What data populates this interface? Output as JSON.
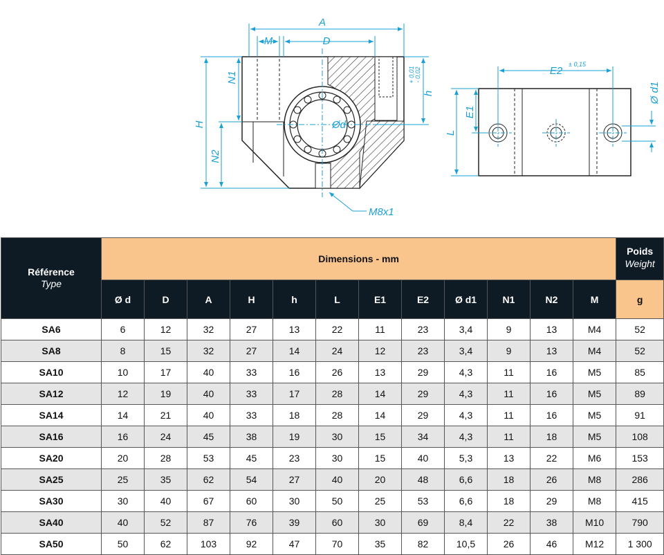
{
  "drawing": {
    "labels": {
      "A": "A",
      "D": "D",
      "M": "M",
      "N1": "N1",
      "N2": "N2",
      "H": "H",
      "h": "h",
      "tol_plus": "+ 0,01",
      "tol_minus": "- 0,02",
      "od": "Ød",
      "m8": "M8x1",
      "E2": "E2",
      "E2_tol": "± 0,15",
      "E1": "E1",
      "L": "L",
      "d1": "Ø d1"
    }
  },
  "table": {
    "reference_label": "Référence",
    "reference_sub": "Type",
    "dimensions_label": "Dimensions - mm",
    "weight_label": "Poids",
    "weight_sub": "Weight",
    "weight_unit": "g",
    "columns": [
      "Ø d",
      "D",
      "A",
      "H",
      "h",
      "L",
      "E1",
      "E2",
      "Ø d1",
      "N1",
      "N2",
      "M"
    ],
    "rows": [
      [
        "SA6",
        "6",
        "12",
        "32",
        "27",
        "13",
        "22",
        "11",
        "23",
        "3,4",
        "9",
        "13",
        "M4",
        "52"
      ],
      [
        "SA8",
        "8",
        "15",
        "32",
        "27",
        "14",
        "24",
        "12",
        "23",
        "3,4",
        "9",
        "13",
        "M4",
        "52"
      ],
      [
        "SA10",
        "10",
        "17",
        "40",
        "33",
        "16",
        "26",
        "13",
        "29",
        "4,3",
        "11",
        "16",
        "M5",
        "85"
      ],
      [
        "SA12",
        "12",
        "19",
        "40",
        "33",
        "17",
        "28",
        "14",
        "29",
        "4,3",
        "11",
        "16",
        "M5",
        "89"
      ],
      [
        "SA14",
        "14",
        "21",
        "40",
        "33",
        "18",
        "28",
        "14",
        "29",
        "4,3",
        "11",
        "16",
        "M5",
        "91"
      ],
      [
        "SA16",
        "16",
        "24",
        "45",
        "38",
        "19",
        "30",
        "15",
        "34",
        "4,3",
        "11",
        "18",
        "M5",
        "108"
      ],
      [
        "SA20",
        "20",
        "28",
        "53",
        "45",
        "23",
        "30",
        "15",
        "40",
        "5,3",
        "13",
        "22",
        "M6",
        "153"
      ],
      [
        "SA25",
        "25",
        "35",
        "62",
        "54",
        "27",
        "40",
        "20",
        "48",
        "6,6",
        "18",
        "26",
        "M8",
        "286"
      ],
      [
        "SA30",
        "30",
        "40",
        "67",
        "60",
        "30",
        "50",
        "25",
        "53",
        "6,6",
        "18",
        "29",
        "M8",
        "415"
      ],
      [
        "SA40",
        "40",
        "52",
        "87",
        "76",
        "39",
        "60",
        "30",
        "69",
        "8,4",
        "22",
        "38",
        "M10",
        "790"
      ],
      [
        "SA50",
        "50",
        "62",
        "103",
        "92",
        "47",
        "70",
        "35",
        "82",
        "10,5",
        "26",
        "46",
        "M12",
        "1 300"
      ]
    ]
  },
  "colors": {
    "dimension": "#1a9fd6",
    "header_dark": "#0e1a24",
    "header_orange": "#f9c58d",
    "row_alt": "#e5e5e5"
  }
}
